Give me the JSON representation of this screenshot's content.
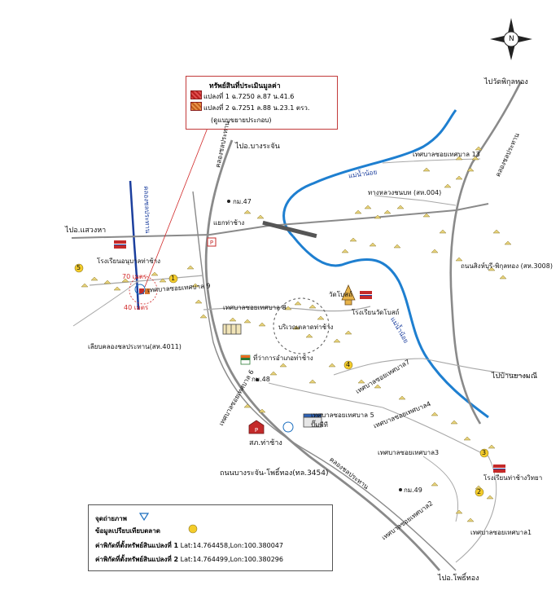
{
  "legend": {
    "title": "ทรัพย์สินที่ประเมินมูลค่า",
    "plot1": "แปลงที่ 1 ฉ.7250 ล.87 น.41.6",
    "plot2": "แปลงที่ 2 ฉ.7251 ล.88 น.23.1 ตรว.",
    "note": "(ดูแบบขยายประกอบ)"
  },
  "info": {
    "photo_point": "จุดถ่ายภาพ",
    "market_compare": "ข้อมูลเปรียบเทียบตลาด",
    "coord1_label": "ค่าพิกัดที่ตั้งทรัพย์สินแปลงที่ 1",
    "coord1_value": "Lat:14.764458,Lon:100.380047",
    "coord2_label": "ค่าพิกัดที่ตั้งทรัพย์สินแปลงที่ 2",
    "coord2_value": "Lat:14.764499,Lon:100.380296"
  },
  "labels": {
    "to_wat_phikun_thong": "ไปวัดพิกุลทอง",
    "to_bang_rachan": "ไปอ.บางระจัน",
    "to_sawaeng_ha": "ไปอ.แสวงหา",
    "to_ban_yang_mani": "ไปบ้านยางมณี",
    "to_pho_thong": "ไปอ.โพธิ์ทอง",
    "noi_river": "แม่น้ำน้อย",
    "noi_river2": "แม่น้ำน้อย",
    "canal_chonprathan": "คลองชลประทาน",
    "canal_chonprathan2": "คลองชลประทาน",
    "canal_chonprathan3": "คลองชลประทาน",
    "canal_chonprathan4": "คลองชลประทาน",
    "tessaban13": "เทศบาลซอยเทศบาล 13",
    "highway004": "ทางหลวงชนบท (สห.004)",
    "road3008": "ถนนสิงห์บุรี-พิกุลทอง (สห.3008)",
    "tha_chang_junction": "แยกท่าช้าง",
    "km47": "กม.47",
    "school_tha_chang": "โรงเรียนอนุบาลท่าช้าง",
    "tessaban9": "เทศบาลซอยเทศบาล 9",
    "tessaban8": "เทศบาลซอยเทศบาล 8",
    "wat_bot": "วัดโบสถ์",
    "school_wat_bot": "โรงเรียนวัดโบสถ์",
    "tha_chang_market": "บริเวณตลาดท่าช้าง",
    "district_office": "ที่ว่าการอำเภอท่าช้าง",
    "canal_road": "เลียบคลองชลประทาน(สห.4011)",
    "km48": "กม.48",
    "tessaban6": "เทศบาลซอยเทศบาล 6",
    "tessaban5": "เทศบาลซอยเทศบาล 5",
    "gas_station": "ปั๊มพีที",
    "tessaban4": "เทศบาลซอยเทศบาล4",
    "tessaban3": "เทศบาลซอยเทศบาล3",
    "tessaban7": "เทศบาลซอยเทศบาล7",
    "police": "สภ.ท่าช้าง",
    "school_tha_chang_witthaya": "โรงเรียนท่าช้างวิทยา",
    "road3454": "ถนนบางระจัน-โพธิ์ทอง(ทล.3454)",
    "km49": "กม.49",
    "tessaban2": "เทศบาลซอยเทศบาล2",
    "tessaban1": "เทศบาลซอยเทศบาล1",
    "dist70": "70 เมตร",
    "dist40": "40 เมตร",
    "mk1": "1",
    "mk2": "2",
    "mk3": "3",
    "mk4": "4",
    "mk5": "5",
    "compass": "N"
  },
  "colors": {
    "river": "#1e7fd0",
    "canal": "#1c3f9e",
    "road": "#8a8a8a",
    "minor_road": "#a8a8a8",
    "plot1": "#c42a2a",
    "plot2": "#d9772e",
    "market_marker": "#f4cc2a",
    "accent_red": "#d12a2a"
  }
}
